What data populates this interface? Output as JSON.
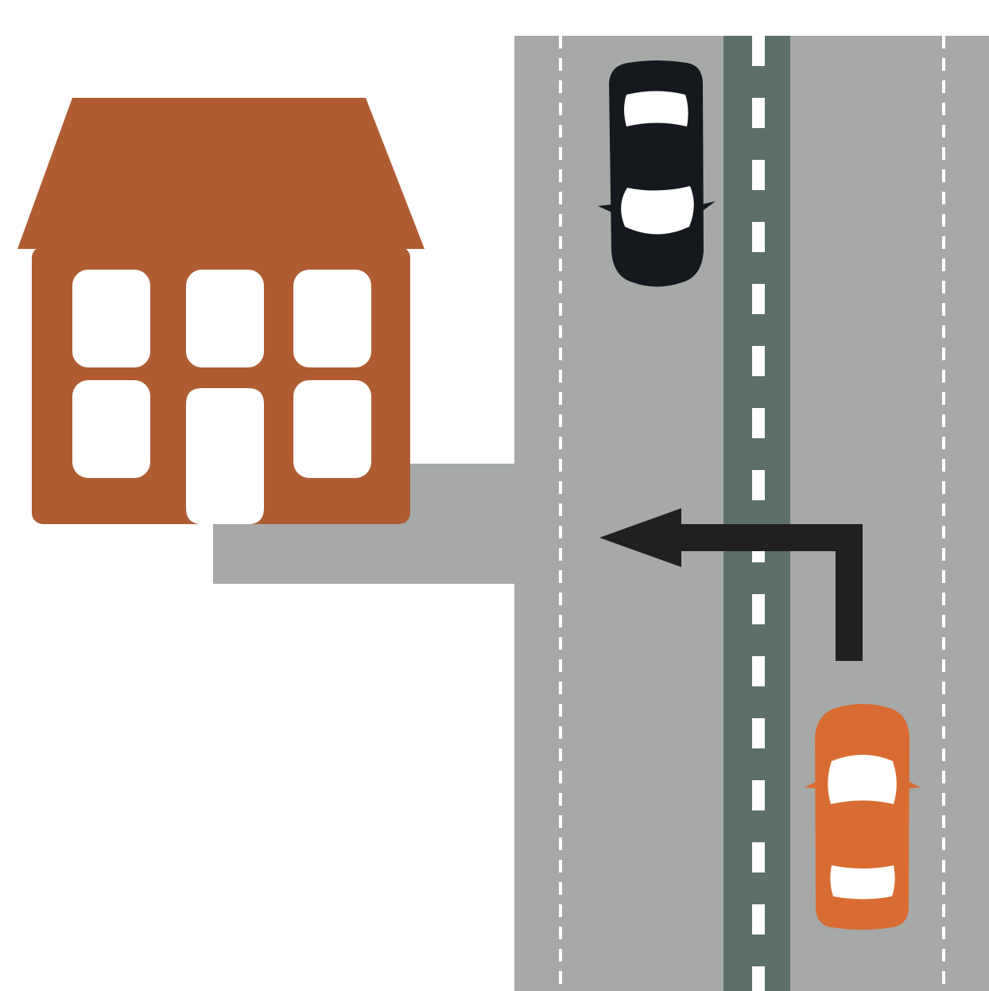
{
  "colors": {
    "background": "#ffffff",
    "road": "#a6a9a7",
    "median": "#5c7068",
    "lane_marking": "#ffffff",
    "house": "#b05c33",
    "house_window": "#ffffff",
    "oncoming_car": "#15191d",
    "turning_car": "#d96c33",
    "car_glass": "#ffffff",
    "turn_arrow": "#221f20"
  },
  "icons": {
    "building": "house-icon",
    "oncoming_vehicle": "car-top-view-icon",
    "turning_vehicle": "car-top-view-icon",
    "maneuver": "left-turn-arrow-icon"
  },
  "scene": {
    "turn_direction": "left",
    "oncoming_car_direction": "down",
    "turning_car_direction": "up"
  }
}
